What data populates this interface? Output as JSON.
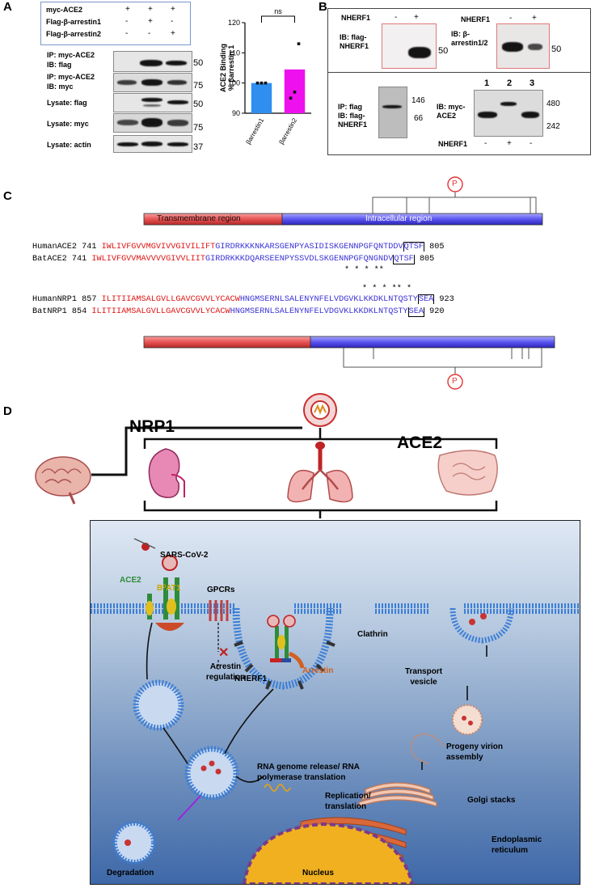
{
  "panel_labels": {
    "a": "A",
    "b": "B",
    "c": "C",
    "d": "D"
  },
  "panelA": {
    "design_table": {
      "rows": [
        {
          "label": "myc-ACE2",
          "marks": [
            "+",
            "+",
            "+"
          ]
        },
        {
          "label": "Flag-β-arrestin1",
          "marks": [
            "-",
            "+",
            "-"
          ]
        },
        {
          "label": "Flag-β-arrestin2",
          "marks": [
            "-",
            "-",
            "+"
          ]
        }
      ]
    },
    "blots": [
      {
        "label1": "IP: myc-ACE2",
        "label2": "IB: flag",
        "mw": "50"
      },
      {
        "label1": "IP: myc-ACE2",
        "label2": "IB: myc",
        "mw": "75"
      },
      {
        "label1": "Lysate: flag",
        "label2": "",
        "mw": "50"
      },
      {
        "label1": "Lysate: myc",
        "label2": "",
        "mw": "75"
      },
      {
        "label1": "Lysate: actin",
        "label2": "",
        "mw": "37"
      }
    ]
  },
  "chart_data": {
    "type": "bar",
    "categories": [
      "βarrestin1",
      "βarrestin2"
    ],
    "values": [
      100,
      104.5
    ],
    "points": [
      [
        100,
        100,
        100
      ],
      [
        95,
        97,
        113
      ]
    ],
    "colors": [
      "#2f8ef0",
      "#ee11ee"
    ],
    "title": "",
    "xlabel": "",
    "ylabel": "ACE2 Binding % βarrestin 1",
    "ylim": [
      90,
      120
    ],
    "yticks": [
      90,
      100,
      110,
      120
    ],
    "annotation": "ns"
  },
  "panelB": {
    "nherf_label": "NHERF1",
    "top_left": {
      "marks": [
        "-",
        "+"
      ],
      "ib": "IB: flag-NHERF1",
      "mw": "50"
    },
    "top_right": {
      "marks": [
        "-",
        "+"
      ],
      "ib": "IB: β-arrestin1/2",
      "mw": "50"
    },
    "bottom_left": {
      "ip": "IP: flag",
      "ib": "IB: flag-NHERF1",
      "mw_high": "146",
      "mw_low": "66"
    },
    "bottom_right": {
      "ib": "IB: myc-ACE2",
      "lanes": [
        "1",
        "2",
        "3"
      ],
      "marks": [
        "-",
        "+",
        "-"
      ],
      "mw_high": "480",
      "mw_low": "242"
    }
  },
  "panelC": {
    "phospho": "P",
    "tm_region": "Transmembrane region",
    "ic_region": "Intracellular region",
    "rows": [
      {
        "name": "HumanACE2",
        "start": "741",
        "red": "IWLIVFGVVMGVIVVGIVILIFT",
        "blue": "GIRDRKKKNKARSGENPYASIDISKGENNPGFQNTDDV",
        "boxed": "QTSF",
        "end": "805"
      },
      {
        "name": "BatACE2",
        "start": "741",
        "red": "IWLIVFGVVMAVVVVGIVVLIIT",
        "blue": "GIRDRKKKDQARSEENPYSSVDLSKGENNPGFQNGNDV",
        "boxed": "QTSF",
        "end": "805"
      },
      {
        "name": "HumanNRP1",
        "start": "857",
        "red": "ILITIIAMSALGVLLGAVCGVVLYCACW",
        "blue": "HNGMSERNLSALENYNFELVDGVKLKKDKLNTQSTY",
        "boxed": "SEA",
        "end": "923"
      },
      {
        "name": "BatNRP1",
        "start": "854",
        "red": "ILITIIAMSALGVLLGAVCGVVLYCACW",
        "blue": "HNGMSERNLSALENYNFELVDGVKLKKDKLNTQSTY",
        "boxed": "SEA",
        "end": "920"
      }
    ],
    "stars_ace2": "*    *  *              **",
    "stars_nrp1": "*  *                   * ** *"
  },
  "panelD": {
    "nrp1_label": "NRP1",
    "ace2_label": "ACE2",
    "labels": {
      "virus": "SARS-CoV-2",
      "ace2": "ACE2",
      "b0at1": "B⁰AT1",
      "gpcrs": "GPCRs",
      "arrestin_regulation": "Arrestin regulation",
      "clathrin": "Clathrin",
      "nherf1": "NHERF1",
      "arrestin": "Arrestin",
      "transport_vesicle": "Transport vesicle",
      "progeny": "Progeny virion assembly",
      "rna_release": "RNA genome release/ RNA polymerase translation",
      "replication": "Replication/ translation",
      "golgi": "Golgi stacks",
      "er": "Endoplasmic reticulum",
      "degradation": "Degradation",
      "nucleus": "Nucleus"
    }
  }
}
